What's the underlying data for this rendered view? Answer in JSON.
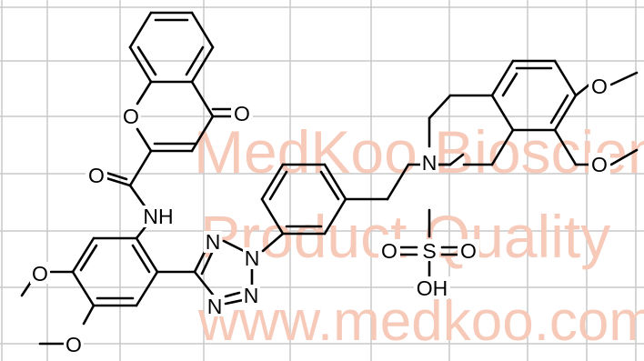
{
  "watermark": {
    "line1": "MedKoo Bioscience",
    "line2": "Product Quality",
    "line3": "www.medkoo.com",
    "color": "#f7c9b8"
  },
  "atoms": {
    "o_chromone_ring": "O",
    "o_ketone": "O",
    "o_amide": "O",
    "nh_amide": "NH",
    "n_tetrazole_1": "N",
    "n_tetrazole_2": "N",
    "n_tetrazole_3": "N",
    "n_tetrazole_4": "N",
    "o_methoxy_left_1": "O",
    "o_methoxy_left_2": "O",
    "n_isoquinoline": "N",
    "o_methoxy_right_1": "O",
    "o_methoxy_right_2": "O",
    "s_mesylate": "S",
    "o_mesylate_1": "O",
    "o_mesylate_2": "O",
    "oh_mesylate": "OH"
  }
}
